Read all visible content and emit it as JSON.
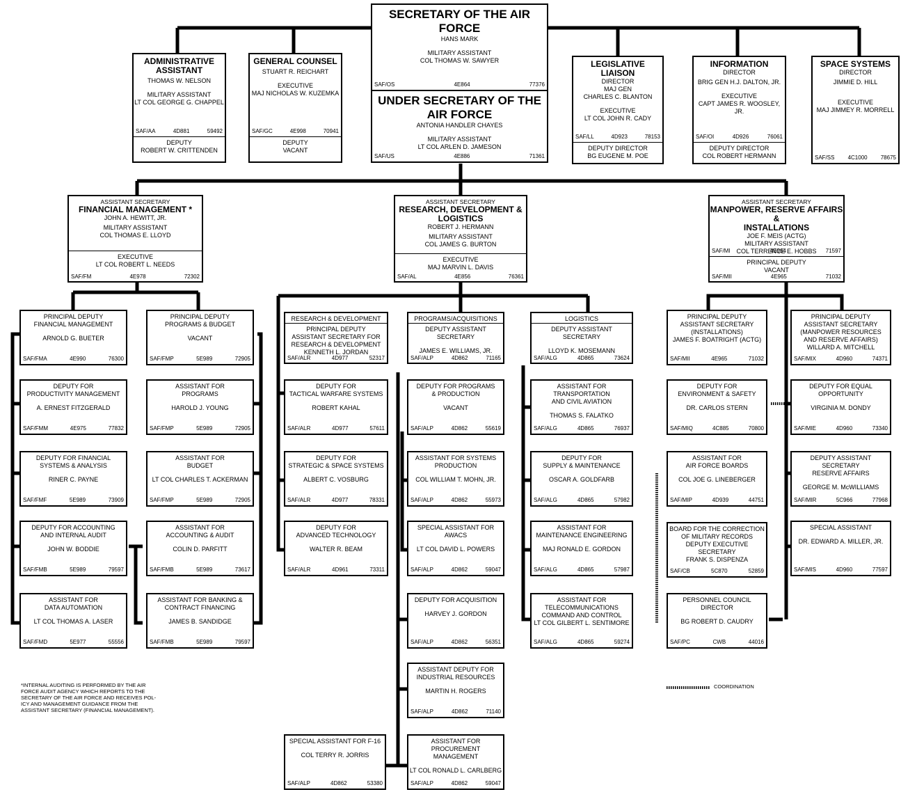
{
  "boxes": [
    {
      "id": "secaf",
      "sections": [
        {
          "title": "SECRETARY OF THE AIR FORCE",
          "big": true,
          "lines": [
            "HANS MARK",
            "",
            "MILITARY ASSISTANT",
            "COL THOMAS W. SAWYER"
          ],
          "code": [
            "SAF/OS",
            "4E864",
            "77376"
          ]
        }
      ]
    },
    {
      "id": "undersec",
      "sections": [
        {
          "title": "UNDER SECRETARY OF THE AIR FORCE",
          "big": true,
          "lines": [
            "ANTONIA HANDLER CHAYES",
            "",
            "MILITARY ASSISTANT",
            "LT COL ARLEN D. JAMESON"
          ],
          "code": [
            "SAF/US",
            "4E886",
            "71361"
          ]
        }
      ]
    },
    {
      "id": "admin",
      "sections": [
        {
          "title": "ADMINISTRATIVE\nASSISTANT",
          "lines": [
            "THOMAS W. NELSON",
            "",
            "MILITARY ASSISTANT",
            "LT COL GEORGE G. CHAPPEL"
          ],
          "code": [
            "SAF/AA",
            "4D881",
            "59492"
          ]
        },
        {
          "lines": [
            "DEPUTY",
            "ROBERT W. CRITTENDEN"
          ]
        }
      ]
    },
    {
      "id": "gc",
      "sections": [
        {
          "title": "GENERAL COUNSEL",
          "lines": [
            "STUART R. REICHART",
            "",
            "EXECUTIVE",
            "MAJ NICHOLAS W. KUZEMKA"
          ],
          "code": [
            "SAF/GC",
            "4E998",
            "70941"
          ]
        },
        {
          "lines": [
            "DEPUTY",
            "VACANT"
          ]
        }
      ]
    },
    {
      "id": "ll",
      "sections": [
        {
          "title": "LEGISLATIVE LIAISON",
          "lines": [
            "DIRECTOR",
            "MAJ GEN",
            "CHARLES C. BLANTON",
            "",
            "EXECUTIVE",
            "LT COL JOHN R. CADY"
          ],
          "code": [
            "SAF/LL",
            "4D923",
            "78153"
          ]
        },
        {
          "lines": [
            "DEPUTY DIRECTOR",
            "BG EUGENE M. POE"
          ]
        }
      ]
    },
    {
      "id": "info",
      "sections": [
        {
          "title": "INFORMATION",
          "lines": [
            "DIRECTOR",
            "BRIG GEN H.J. DALTON, JR.",
            "",
            "EXECUTIVE",
            "CAPT JAMES R. WOOSLEY, JR."
          ],
          "code": [
            "SAF/OI",
            "4D926",
            "76061"
          ]
        },
        {
          "lines": [
            "DEPUTY DIRECTOR",
            "COL ROBERT HERMANN"
          ]
        }
      ]
    },
    {
      "id": "space",
      "sections": [
        {
          "title": "SPACE SYSTEMS",
          "lines": [
            "DIRECTOR",
            "JIMMIE D. HILL",
            "",
            "",
            "EXECUTIVE",
            "MAJ JIMMEY R. MORRELL"
          ],
          "code": [
            "SAF/SS",
            "4C1000",
            "78675"
          ]
        }
      ]
    },
    {
      "id": "fm",
      "sections": [
        {
          "header": "ASSISTANT SECRETARY",
          "title": "FINANCIAL MANAGEMENT *",
          "lines": [
            "JOHN A. HEWITT, JR.",
            "MILITARY ASSISTANT",
            "COL THOMAS E. LLOYD"
          ]
        },
        {
          "lines": [
            "EXECUTIVE",
            "LT COL ROBERT L. NEEDS"
          ],
          "code": [
            "SAF/FM",
            "4E978",
            "72302"
          ]
        }
      ]
    },
    {
      "id": "al",
      "sections": [
        {
          "header": "ASSISTANT SECRETARY",
          "title": "RESEARCH, DEVELOPMENT &\nLOGISTICS",
          "lines": [
            "ROBERT J. HERMANN",
            "MILITARY ASSISTANT",
            "COL JAMES G. BURTON"
          ]
        },
        {
          "lines": [
            "EXECUTIVE",
            "MAJ MARVIN L. DAVIS"
          ],
          "code": [
            "SAF/AL",
            "4E856",
            "76361"
          ]
        }
      ]
    },
    {
      "id": "mi",
      "sections": [
        {
          "header": "ASSISTANT SECRETARY",
          "title": "MANPOWER, RESERVE AFFAIRS &\nINSTALLATIONS",
          "lines": [
            "JOE F. MEIS (ACTG)",
            "MILITARY ASSISTANT",
            "COL TERRENCE E. HOBBS"
          ],
          "code": [
            "SAF/MI",
            "4E964",
            "71597"
          ]
        },
        {
          "lines": [
            "PRINCIPAL DEPUTY",
            "VACANT"
          ],
          "code": [
            "SAF/MII",
            "4E965",
            "71032"
          ]
        }
      ]
    },
    {
      "id": "fma",
      "sections": [
        {
          "lines": [
            "PRINCIPAL DEPUTY",
            "FINANCIAL MANAGEMENT",
            "",
            "ARNOLD G. BUETER"
          ],
          "code": [
            "SAF/FMA",
            "4E990",
            "76300"
          ]
        }
      ]
    },
    {
      "id": "fmm",
      "sections": [
        {
          "lines": [
            "DEPUTY FOR",
            "PRODUCTIVITY MANAGEMENT",
            "",
            "A. ERNEST FITZGERALD"
          ],
          "code": [
            "SAF/FMM",
            "4E975",
            "77832"
          ]
        }
      ]
    },
    {
      "id": "fmf",
      "sections": [
        {
          "lines": [
            "DEPUTY FOR FINANCIAL",
            "SYSTEMS & ANALYSIS",
            "",
            "RINER C. PAYNE"
          ],
          "code": [
            "SAF/FMF",
            "5E989",
            "73909"
          ]
        }
      ]
    },
    {
      "id": "fmb1",
      "sections": [
        {
          "lines": [
            "DEPUTY FOR ACCOUNTING",
            "AND INTERNAL AUDIT",
            "",
            "JOHN W. BODDIE"
          ],
          "code": [
            "SAF/FMB",
            "5E989",
            "79597"
          ]
        }
      ]
    },
    {
      "id": "fmd",
      "sections": [
        {
          "lines": [
            "ASSISTANT FOR",
            "DATA AUTOMATION",
            "",
            "LT COL THOMAS A. LASER"
          ],
          "code": [
            "SAF/FMD",
            "5E977",
            "55556"
          ]
        }
      ]
    },
    {
      "id": "fmp1",
      "sections": [
        {
          "lines": [
            "PRINCIPAL DEPUTY",
            "PROGRAMS & BUDGET",
            "",
            "VACANT"
          ],
          "code": [
            "SAF/FMP",
            "5E989",
            "72905"
          ]
        }
      ]
    },
    {
      "id": "fmp2",
      "sections": [
        {
          "lines": [
            "ASSISTANT FOR",
            "PROGRAMS",
            "",
            "HAROLD J. YOUNG"
          ],
          "code": [
            "SAF/FMP",
            "5E989",
            "72905"
          ]
        }
      ]
    },
    {
      "id": "fmp3",
      "sections": [
        {
          "lines": [
            "ASSISTANT FOR",
            "BUDGET",
            "",
            "LT COL CHARLES T. ACKERMAN"
          ],
          "code": [
            "SAF/FMP",
            "5E989",
            "72905"
          ]
        }
      ]
    },
    {
      "id": "fmb2",
      "sections": [
        {
          "lines": [
            "ASSISTANT FOR",
            "ACCOUNTING & AUDIT",
            "",
            "COLIN D. PARFITT"
          ],
          "code": [
            "SAF/FMB",
            "5E989",
            "73617"
          ]
        }
      ]
    },
    {
      "id": "fmb3",
      "sections": [
        {
          "lines": [
            "ASSISTANT FOR BANKING &",
            "CONTRACT FINANCING",
            "",
            "JAMES B. SANDIDGE"
          ],
          "code": [
            "SAF/FMB",
            "5E989",
            "79597"
          ]
        }
      ]
    },
    {
      "id": "alr1",
      "sections": [
        {
          "lines": [
            "RESEARCH & DEVELOPMENT"
          ]
        },
        {
          "lines": [
            "PRINCIPAL DEPUTY",
            "ASSISTANT SECRETARY FOR",
            "RESEARCH & DEVELOPMENT",
            "KENNETH L. JORDAN"
          ],
          "code": [
            "SAF/ALR",
            "4D977",
            "52317"
          ]
        }
      ]
    },
    {
      "id": "alr2",
      "sections": [
        {
          "lines": [
            "DEPUTY FOR",
            "TACTICAL WARFARE SYSTEMS",
            "",
            "ROBERT KAHAL"
          ],
          "code": [
            "SAF/ALR",
            "4D977",
            "57611"
          ]
        }
      ]
    },
    {
      "id": "alr3",
      "sections": [
        {
          "lines": [
            "DEPUTY FOR",
            "STRATEGIC & SPACE SYSTEMS",
            "",
            "ALBERT C. VOSBURG"
          ],
          "code": [
            "SAF/ALR",
            "4D977",
            "78331"
          ]
        }
      ]
    },
    {
      "id": "alr4",
      "sections": [
        {
          "lines": [
            "DEPUTY FOR",
            "ADVANCED TECHNOLOGY",
            "",
            "WALTER R. BEAM"
          ],
          "code": [
            "SAF/ALR",
            "4D961",
            "73311"
          ]
        }
      ]
    },
    {
      "id": "f16",
      "sections": [
        {
          "lines": [
            "SPECIAL ASSISTANT FOR F-16",
            "",
            "COL TERRY R. JORRIS"
          ],
          "code": [
            "SAF/ALP",
            "4D862",
            "53380"
          ]
        }
      ]
    },
    {
      "id": "alp1",
      "sections": [
        {
          "lines": [
            "PROGRAMS/ACQUISITIONS"
          ]
        },
        {
          "lines": [
            "DEPUTY ASSISTANT SECRETARY",
            "",
            "JAMES E. WILLIAMS, JR."
          ],
          "code": [
            "SAF/ALP",
            "4D862",
            "71165"
          ]
        }
      ]
    },
    {
      "id": "alp2",
      "sections": [
        {
          "lines": [
            "DEPUTY FOR PROGRAMS",
            "& PRODUCTION",
            "",
            "VACANT"
          ],
          "code": [
            "SAF/ALP",
            "4D862",
            "55619"
          ]
        }
      ]
    },
    {
      "id": "alp3",
      "sections": [
        {
          "lines": [
            "ASSISTANT FOR SYSTEMS",
            "PRODUCTION",
            "",
            "COL WILLIAM T. MOHN, JR."
          ],
          "code": [
            "SAF/ALP",
            "4D862",
            "55973"
          ]
        }
      ]
    },
    {
      "id": "alp4",
      "sections": [
        {
          "lines": [
            "SPECIAL ASSISTANT FOR",
            "AWACS",
            "",
            "LT COL DAVID L. POWERS"
          ],
          "code": [
            "SAF/ALP",
            "4D862",
            "59047"
          ]
        }
      ]
    },
    {
      "id": "alp5",
      "sections": [
        {
          "lines": [
            "DEPUTY FOR ACQUISITION",
            "",
            "HARVEY J. GORDON"
          ],
          "code": [
            "SAF/ALP",
            "4D862",
            "56351"
          ]
        }
      ]
    },
    {
      "id": "alp6",
      "sections": [
        {
          "lines": [
            "ASSISTANT DEPUTY FOR",
            "INDUSTRIAL RESOURCES",
            "",
            "MARTIN H. ROGERS"
          ],
          "code": [
            "SAF/ALP",
            "4D862",
            "71140"
          ]
        }
      ]
    },
    {
      "id": "alp7",
      "sections": [
        {
          "lines": [
            "ASSISTANT FOR",
            "PROCUREMENT MANAGEMENT",
            "",
            "LT COL RONALD L. CARLBERG"
          ],
          "code": [
            "SAF/ALP",
            "4D862",
            "59047"
          ]
        }
      ]
    },
    {
      "id": "alg1",
      "sections": [
        {
          "lines": [
            "LOGISTICS"
          ]
        },
        {
          "lines": [
            "DEPUTY ASSISTANT SECRETARY",
            "",
            "LLOYD K. MOSEMANN"
          ],
          "code": [
            "SAF/ALG",
            "4D865",
            "73624"
          ]
        }
      ]
    },
    {
      "id": "alg2",
      "sections": [
        {
          "lines": [
            "ASSISTANT FOR TRANSPORTATION",
            "AND CIVIL AVIATION",
            "",
            "THOMAS S. FALATKO"
          ],
          "code": [
            "SAF/ALG",
            "4D865",
            "76937"
          ]
        }
      ]
    },
    {
      "id": "alg3",
      "sections": [
        {
          "lines": [
            "DEPUTY FOR",
            "SUPPLY & MAINTENANCE",
            "",
            "OSCAR A. GOLDFARB"
          ],
          "code": [
            "SAF/ALG",
            "4D865",
            "57982"
          ]
        }
      ]
    },
    {
      "id": "alg4",
      "sections": [
        {
          "lines": [
            "ASSISTANT FOR",
            "MAINTENANCE ENGINEERING",
            "",
            "MAJ RONALD E. GORDON"
          ],
          "code": [
            "SAF/ALG",
            "4D865",
            "57987"
          ]
        }
      ]
    },
    {
      "id": "alg5",
      "sections": [
        {
          "lines": [
            "ASSISTANT FOR",
            "TELECOMMUNICATIONS",
            "COMMAND AND CONTROL",
            "LT COL GILBERT L. SENTIMORE"
          ],
          "code": [
            "SAF/ALG",
            "4D865",
            "59274"
          ]
        }
      ]
    },
    {
      "id": "mii",
      "sections": [
        {
          "lines": [
            "PRINCIPAL DEPUTY",
            "ASSISTANT SECRETARY",
            "(INSTALLATIONS)",
            "JAMES F. BOATRIGHT (ACTG)"
          ],
          "code": [
            "SAF/MII",
            "4E965",
            "71032"
          ]
        }
      ]
    },
    {
      "id": "miq",
      "sections": [
        {
          "lines": [
            "DEPUTY FOR",
            "ENVIRONMENT & SAFETY",
            "",
            "DR. CARLOS STERN"
          ],
          "code": [
            "SAF/MIQ",
            "4C885",
            "70800"
          ]
        }
      ]
    },
    {
      "id": "mip",
      "sections": [
        {
          "lines": [
            "ASSISTANT FOR",
            "AIR FORCE BOARDS",
            "",
            "COL JOE G. LINEBERGER"
          ],
          "code": [
            "SAF/MIP",
            "4D939",
            "44751"
          ]
        }
      ]
    },
    {
      "id": "cb",
      "sections": [
        {
          "lines": [
            "BOARD FOR THE CORRECTION",
            "OF MILITARY RECORDS",
            "DEPUTY EXECUTIVE SECRETARY",
            "FRANK S. DISPENZA"
          ],
          "code": [
            "SAF/CB",
            "5C870",
            "52859"
          ]
        }
      ]
    },
    {
      "id": "pc",
      "sections": [
        {
          "lines": [
            "PERSONNEL COUNCIL",
            "DIRECTOR",
            "",
            "BG ROBERT D. CAUDRY"
          ],
          "code": [
            "SAF/PC",
            "CWB",
            "44016"
          ]
        }
      ]
    },
    {
      "id": "mix",
      "sections": [
        {
          "lines": [
            "PRINCIPAL DEPUTY",
            "ASSISTANT SECRETARY",
            "(MANPOWER RESOURCES",
            "AND RESERVE AFFAIRS)",
            "WILLARD A. MITCHELL"
          ],
          "code": [
            "SAF/MIX",
            "4D960",
            "74371"
          ]
        }
      ]
    },
    {
      "id": "mie",
      "sections": [
        {
          "lines": [
            "DEPUTY FOR EQUAL",
            "OPPORTUNITY",
            "",
            "VIRGINIA M. DONDY"
          ],
          "code": [
            "SAF/MIE",
            "4D960",
            "73340"
          ]
        }
      ]
    },
    {
      "id": "mir",
      "sections": [
        {
          "lines": [
            "DEPUTY ASSISTANT SECRETARY",
            "RESERVE AFFAIRS",
            "",
            "GEORGE M. McWILLIAMS"
          ],
          "code": [
            "SAF/MIR",
            "5C966",
            "77968"
          ]
        }
      ]
    },
    {
      "id": "mis",
      "sections": [
        {
          "lines": [
            "SPECIAL ASSISTANT",
            "",
            "DR. EDWARD A. MILLER, JR."
          ],
          "code": [
            "SAF/MIS",
            "4D960",
            "77597"
          ]
        }
      ]
    }
  ],
  "footnote": "*INTERNAL AUDITING IS PERFORMED BY THE AIR\nFORCE AUDIT AGENCY WHICH REPORTS TO THE\nSECRETARY OF THE AIR FORCE AND RECEIVES POL-\nICY AND MANAGEMENT GUIDANCE FROM THE\nASSISTANT SECRETARY (FINANCIAL MANAGEMENT).",
  "legend": "COORDINATION"
}
